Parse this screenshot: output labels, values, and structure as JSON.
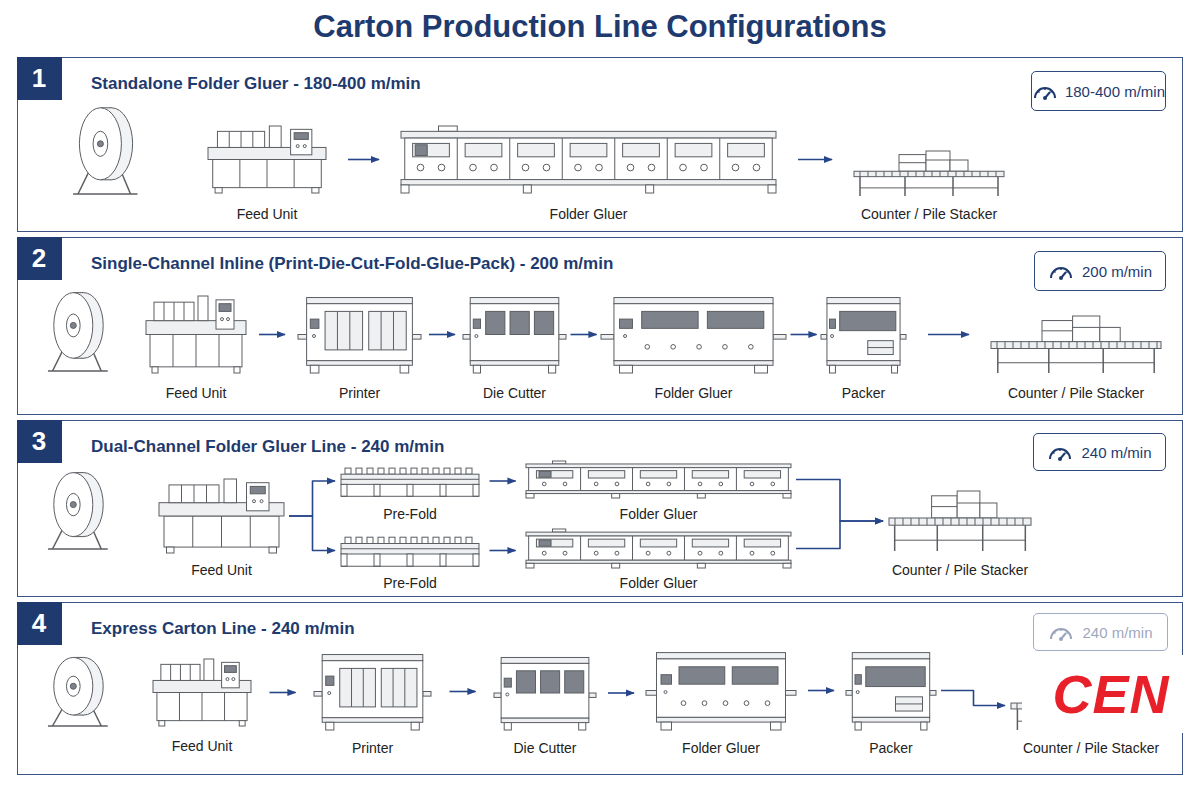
{
  "diagram": {
    "title": "Carton Production Line Configurations",
    "nodes": [
      {
        "text": [
          "Standalone Folder Gluer - 180-400 m/min"
        ]
      },
      {
        "text": [
          "1"
        ],
        "in": 0
      },
      {
        "text": [
          "180-400 m/min"
        ],
        "in": 0
      },
      {
        "text": [
          "Feed Unit"
        ],
        "in": 0
      },
      {
        "text": [
          "Folder Gluer"
        ],
        "in": 0
      },
      {
        "text": [
          "Counter / Pile Stacker"
        ],
        "in": 0
      },
      {
        "text": [
          "Single-Channel Inline (Print-Die-Cut-Fold-Glue-Pack) - 200 m/min"
        ]
      },
      {
        "text": [
          "2"
        ],
        "in": 6
      },
      {
        "text": [
          "200 m/min"
        ],
        "in": 6
      },
      {
        "text": [
          "Feed Unit"
        ],
        "in": 6
      },
      {
        "text": [
          "Printer"
        ],
        "in": 6
      },
      {
        "text": [
          "Die Cutter"
        ],
        "in": 6
      },
      {
        "text": [
          "Folder Gluer"
        ],
        "in": 6
      },
      {
        "text": [
          "Packer"
        ],
        "in": 6
      },
      {
        "text": [
          "Counter / Pile Stacker"
        ],
        "in": 6
      },
      {
        "text": [
          "Dual-Channel Folder Gluer Line - 240 m/min"
        ]
      },
      {
        "text": [
          "3"
        ],
        "in": 15
      },
      {
        "text": [
          "240 m/min"
        ],
        "in": 15
      },
      {
        "text": [
          "Feed Unit"
        ],
        "in": 15
      },
      {
        "text": [
          "Pre-Fold"
        ],
        "in": 15
      },
      {
        "text": [
          "Folder Gluer"
        ],
        "in": 15
      },
      {
        "text": [
          "Pre-Fold"
        ],
        "in": 15
      },
      {
        "text": [
          "Folder Gluer"
        ],
        "in": 15
      },
      {
        "text": [
          "Counter / Pile Stacker"
        ],
        "in": 15
      },
      {
        "text": [
          "Express Carton Line - 240 m/min"
        ]
      },
      {
        "text": [
          "4"
        ],
        "in": 24
      },
      {
        "text": [
          "240 m/min"
        ],
        "in": 24
      },
      {
        "text": [
          "Feed Unit"
        ],
        "in": 24
      },
      {
        "text": [
          "Printer"
        ],
        "in": 24
      },
      {
        "text": [
          "Die Cutter"
        ],
        "in": 24
      },
      {
        "text": [
          "Folder Gluer"
        ],
        "in": 24
      },
      {
        "text": [
          "Packer"
        ],
        "in": 24
      },
      {
        "text": [
          "Counter / Pile Stacker"
        ],
        "in": 24
      }
    ],
    "edges": [
      {
        "from": 3,
        "to": 4,
        "arrow": "to"
      },
      {
        "from": 4,
        "to": 5,
        "arrow": "to"
      },
      {
        "from": 9,
        "to": 10,
        "arrow": "to"
      },
      {
        "from": 10,
        "to": 11,
        "arrow": "to"
      },
      {
        "from": 11,
        "to": 12,
        "arrow": "to"
      },
      {
        "from": 12,
        "to": 13,
        "arrow": "to"
      },
      {
        "from": 13,
        "to": 14,
        "arrow": "to"
      },
      {
        "from": 18,
        "to": 19,
        "arrow": "to"
      },
      {
        "from": 18,
        "to": 21,
        "arrow": "to"
      },
      {
        "from": 19,
        "to": 20,
        "arrow": "to"
      },
      {
        "from": 21,
        "to": 22,
        "arrow": "to"
      },
      {
        "from": 20,
        "to": 23,
        "arrow": "to"
      },
      {
        "from": 22,
        "to": 23,
        "arrow": "to"
      },
      {
        "from": 27,
        "to": 28,
        "arrow": "to"
      },
      {
        "from": 28,
        "to": 29,
        "arrow": "to"
      },
      {
        "from": 29,
        "to": 30,
        "arrow": "to"
      },
      {
        "from": 30,
        "to": 31,
        "arrow": "to"
      },
      {
        "from": 31,
        "to": 32,
        "arrow": "to"
      }
    ],
    "labels": [
      "CEN"
    ]
  }
}
